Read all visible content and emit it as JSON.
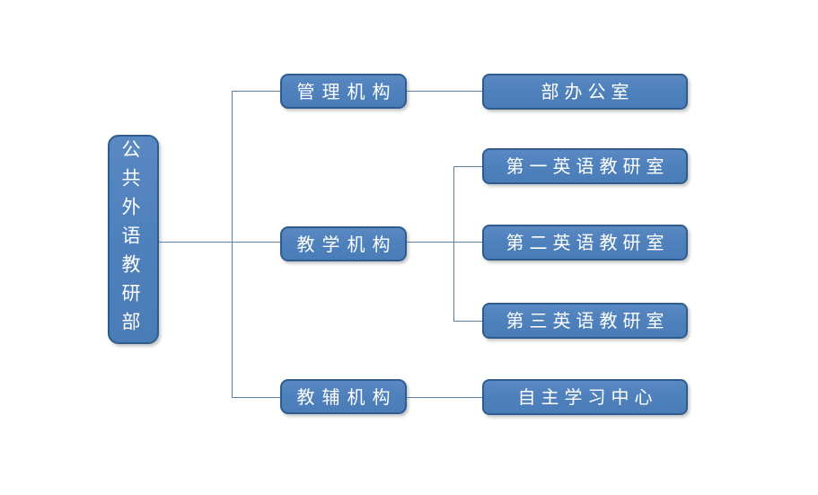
{
  "diagram": {
    "title": "organization-chart",
    "root": {
      "label": "公共外语教研部"
    },
    "level1": [
      {
        "label": "管理机构"
      },
      {
        "label": "教学机构"
      },
      {
        "label": "教辅机构"
      }
    ],
    "level2": {
      "management": [
        {
          "label": "部办公室"
        }
      ],
      "teaching": [
        {
          "label": "第一英语教研室"
        },
        {
          "label": "第二英语教研室"
        },
        {
          "label": "第三英语教研室"
        }
      ],
      "support": [
        {
          "label": "自主学习中心"
        }
      ]
    },
    "colors": {
      "box_fill": "#4F81BD",
      "box_border": "#2F5C8E",
      "connector": "#5B7FA6",
      "text": "#FFFFFF",
      "background": "#FFFFFF"
    }
  }
}
